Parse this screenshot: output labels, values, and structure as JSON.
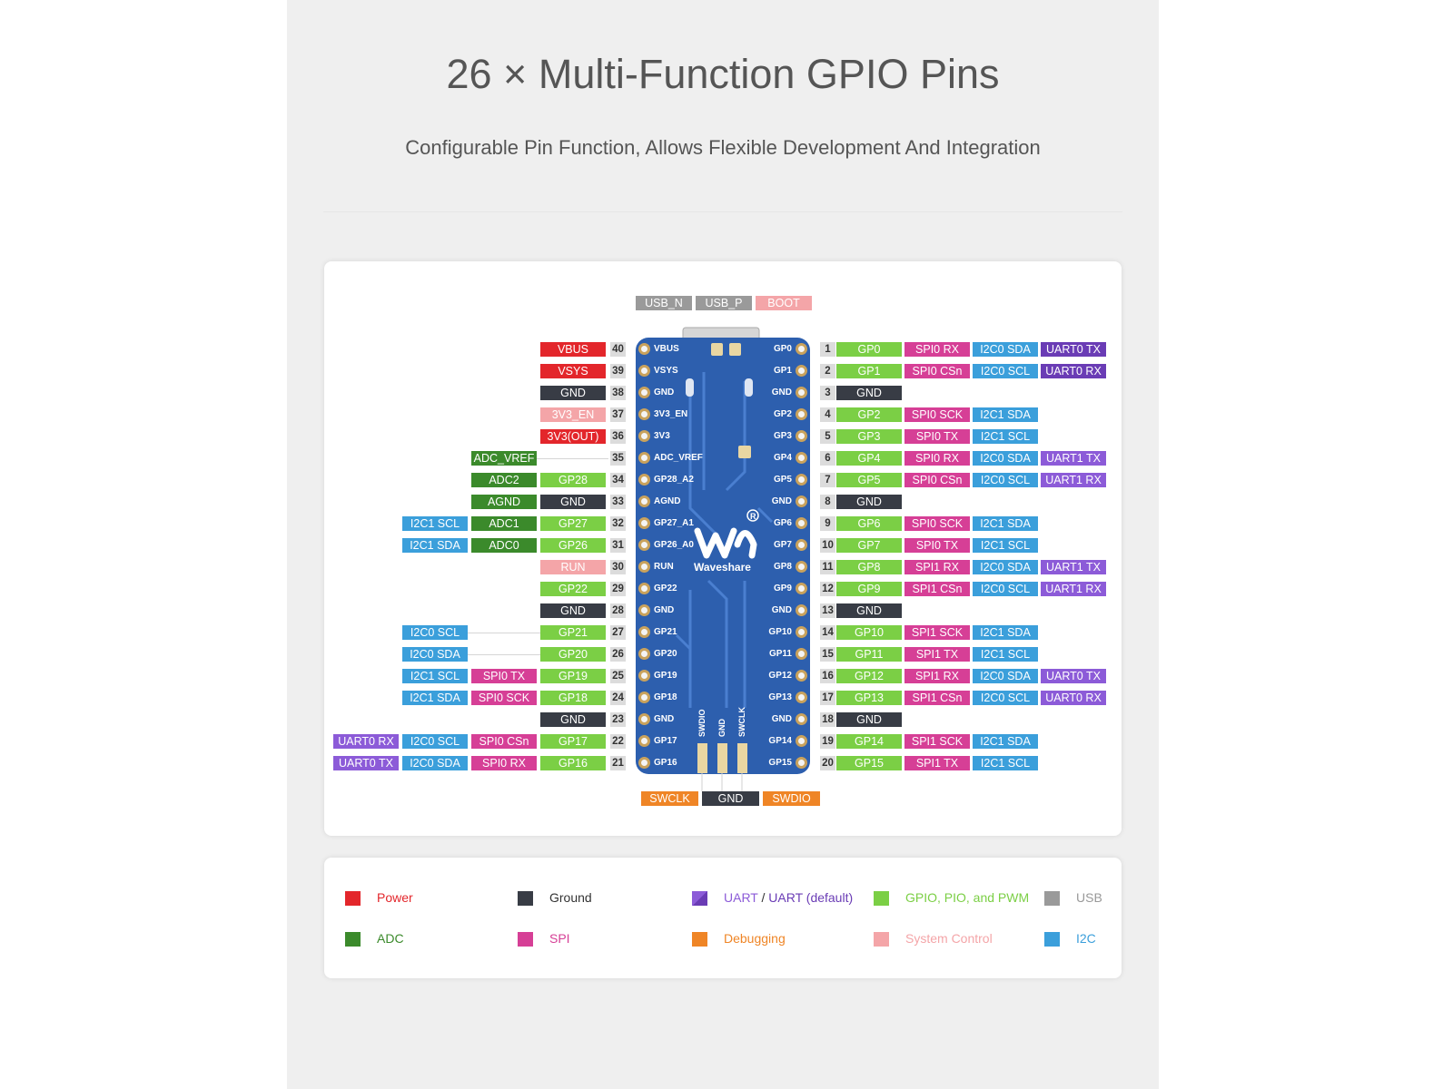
{
  "page": {
    "title": "26 × Multi-Function GPIO Pins",
    "subtitle": "Configurable Pin Function, Allows Flexible Development And Integration"
  },
  "colors": {
    "power": "#e3262b",
    "ground": "#383c45",
    "uart": "#8c5bd8",
    "uart_default": "#6a3cb5",
    "gpio": "#7bcf45",
    "usb": "#9a9a9a",
    "adc": "#3b8a2b",
    "spi": "#d63f96",
    "debug": "#ef8526",
    "system": "#f4a5a8",
    "i2c": "#3b9fdb",
    "board": "#2d5fae"
  },
  "board": {
    "brand": "Waveshare",
    "top_labels": [
      {
        "text": "USB_N",
        "type": "usb"
      },
      {
        "text": "USB_P",
        "type": "usb"
      },
      {
        "text": "BOOT",
        "type": "system"
      }
    ],
    "bottom_labels": [
      {
        "text": "SWCLK",
        "type": "debug"
      },
      {
        "text": "GND",
        "type": "ground"
      },
      {
        "text": "SWDIO",
        "type": "debug"
      }
    ],
    "bottom_silk": [
      "SWDIO",
      "GND",
      "SWCLK"
    ]
  },
  "pins": {
    "left": [
      {
        "num": "40",
        "silk": "VBUS",
        "labels": [
          {
            "text": "VBUS",
            "type": "power"
          }
        ]
      },
      {
        "num": "39",
        "silk": "VSYS",
        "labels": [
          {
            "text": "VSYS",
            "type": "power"
          }
        ]
      },
      {
        "num": "38",
        "silk": "GND",
        "labels": [
          {
            "text": "GND",
            "type": "ground"
          }
        ]
      },
      {
        "num": "37",
        "silk": "3V3_EN",
        "labels": [
          {
            "text": "3V3_EN",
            "type": "system"
          }
        ]
      },
      {
        "num": "36",
        "silk": "3V3",
        "labels": [
          {
            "text": "3V3(OUT)",
            "type": "power"
          }
        ]
      },
      {
        "num": "35",
        "silk": "ADC_VREF",
        "labels": [
          {
            "text": "ADC_VREF",
            "type": "adc",
            "col": 1
          }
        ]
      },
      {
        "num": "34",
        "silk": "GP28_A2",
        "labels": [
          {
            "text": "GP28",
            "type": "gpio"
          },
          {
            "text": "ADC2",
            "type": "adc"
          }
        ]
      },
      {
        "num": "33",
        "silk": "AGND",
        "labels": [
          {
            "text": "GND",
            "type": "ground"
          },
          {
            "text": "AGND",
            "type": "adc"
          }
        ]
      },
      {
        "num": "32",
        "silk": "GP27_A1",
        "labels": [
          {
            "text": "GP27",
            "type": "gpio"
          },
          {
            "text": "ADC1",
            "type": "adc"
          },
          {
            "text": "I2C1 SCL",
            "type": "i2c"
          }
        ]
      },
      {
        "num": "31",
        "silk": "GP26_A0",
        "labels": [
          {
            "text": "GP26",
            "type": "gpio"
          },
          {
            "text": "ADC0",
            "type": "adc"
          },
          {
            "text": "I2C1 SDA",
            "type": "i2c"
          }
        ]
      },
      {
        "num": "30",
        "silk": "RUN",
        "labels": [
          {
            "text": "RUN",
            "type": "system"
          }
        ]
      },
      {
        "num": "29",
        "silk": "GP22",
        "labels": [
          {
            "text": "GP22",
            "type": "gpio"
          }
        ]
      },
      {
        "num": "28",
        "silk": "GND",
        "labels": [
          {
            "text": "GND",
            "type": "ground"
          }
        ]
      },
      {
        "num": "27",
        "silk": "GP21",
        "labels": [
          {
            "text": "GP21",
            "type": "gpio"
          },
          {
            "text": "I2C0 SCL",
            "type": "i2c",
            "col": 2
          }
        ]
      },
      {
        "num": "26",
        "silk": "GP20",
        "labels": [
          {
            "text": "GP20",
            "type": "gpio"
          },
          {
            "text": "I2C0 SDA",
            "type": "i2c",
            "col": 2
          }
        ]
      },
      {
        "num": "25",
        "silk": "GP19",
        "labels": [
          {
            "text": "GP19",
            "type": "gpio"
          },
          {
            "text": "SPI0 TX",
            "type": "spi"
          },
          {
            "text": "I2C1 SCL",
            "type": "i2c"
          }
        ]
      },
      {
        "num": "24",
        "silk": "GP18",
        "labels": [
          {
            "text": "GP18",
            "type": "gpio"
          },
          {
            "text": "SPI0 SCK",
            "type": "spi"
          },
          {
            "text": "I2C1 SDA",
            "type": "i2c"
          }
        ]
      },
      {
        "num": "23",
        "silk": "GND",
        "labels": [
          {
            "text": "GND",
            "type": "ground"
          }
        ]
      },
      {
        "num": "22",
        "silk": "GP17",
        "labels": [
          {
            "text": "GP17",
            "type": "gpio"
          },
          {
            "text": "SPI0 CSn",
            "type": "spi"
          },
          {
            "text": "I2C0 SCL",
            "type": "i2c"
          },
          {
            "text": "UART0 RX",
            "type": "uart"
          }
        ]
      },
      {
        "num": "21",
        "silk": "GP16",
        "labels": [
          {
            "text": "GP16",
            "type": "gpio"
          },
          {
            "text": "SPI0 RX",
            "type": "spi"
          },
          {
            "text": "I2C0 SDA",
            "type": "i2c"
          },
          {
            "text": "UART0 TX",
            "type": "uart"
          }
        ]
      }
    ],
    "right": [
      {
        "num": "1",
        "silk": "GP0",
        "labels": [
          {
            "text": "GP0",
            "type": "gpio"
          },
          {
            "text": "SPI0 RX",
            "type": "spi"
          },
          {
            "text": "I2C0 SDA",
            "type": "i2c"
          },
          {
            "text": "UART0 TX",
            "type": "uart_default"
          }
        ]
      },
      {
        "num": "2",
        "silk": "GP1",
        "labels": [
          {
            "text": "GP1",
            "type": "gpio"
          },
          {
            "text": "SPI0 CSn",
            "type": "spi"
          },
          {
            "text": "I2C0 SCL",
            "type": "i2c"
          },
          {
            "text": "UART0 RX",
            "type": "uart_default"
          }
        ]
      },
      {
        "num": "3",
        "silk": "GND",
        "labels": [
          {
            "text": "GND",
            "type": "ground"
          }
        ]
      },
      {
        "num": "4",
        "silk": "GP2",
        "labels": [
          {
            "text": "GP2",
            "type": "gpio"
          },
          {
            "text": "SPI0 SCK",
            "type": "spi"
          },
          {
            "text": "I2C1 SDA",
            "type": "i2c"
          }
        ]
      },
      {
        "num": "5",
        "silk": "GP3",
        "labels": [
          {
            "text": "GP3",
            "type": "gpio"
          },
          {
            "text": "SPI0 TX",
            "type": "spi"
          },
          {
            "text": "I2C1 SCL",
            "type": "i2c"
          }
        ]
      },
      {
        "num": "6",
        "silk": "GP4",
        "labels": [
          {
            "text": "GP4",
            "type": "gpio"
          },
          {
            "text": "SPI0 RX",
            "type": "spi"
          },
          {
            "text": "I2C0 SDA",
            "type": "i2c"
          },
          {
            "text": "UART1 TX",
            "type": "uart"
          }
        ]
      },
      {
        "num": "7",
        "silk": "GP5",
        "labels": [
          {
            "text": "GP5",
            "type": "gpio"
          },
          {
            "text": "SPI0 CSn",
            "type": "spi"
          },
          {
            "text": "I2C0 SCL",
            "type": "i2c"
          },
          {
            "text": "UART1 RX",
            "type": "uart"
          }
        ]
      },
      {
        "num": "8",
        "silk": "GND",
        "labels": [
          {
            "text": "GND",
            "type": "ground"
          }
        ]
      },
      {
        "num": "9",
        "silk": "GP6",
        "labels": [
          {
            "text": "GP6",
            "type": "gpio"
          },
          {
            "text": "SPI0 SCK",
            "type": "spi"
          },
          {
            "text": "I2C1 SDA",
            "type": "i2c"
          }
        ]
      },
      {
        "num": "10",
        "silk": "GP7",
        "labels": [
          {
            "text": "GP7",
            "type": "gpio"
          },
          {
            "text": "SPI0 TX",
            "type": "spi"
          },
          {
            "text": "I2C1 SCL",
            "type": "i2c"
          }
        ]
      },
      {
        "num": "11",
        "silk": "GP8",
        "labels": [
          {
            "text": "GP8",
            "type": "gpio"
          },
          {
            "text": "SPI1 RX",
            "type": "spi"
          },
          {
            "text": "I2C0 SDA",
            "type": "i2c"
          },
          {
            "text": "UART1 TX",
            "type": "uart"
          }
        ]
      },
      {
        "num": "12",
        "silk": "GP9",
        "labels": [
          {
            "text": "GP9",
            "type": "gpio"
          },
          {
            "text": "SPI1 CSn",
            "type": "spi"
          },
          {
            "text": "I2C0 SCL",
            "type": "i2c"
          },
          {
            "text": "UART1 RX",
            "type": "uart"
          }
        ]
      },
      {
        "num": "13",
        "silk": "GND",
        "labels": [
          {
            "text": "GND",
            "type": "ground"
          }
        ]
      },
      {
        "num": "14",
        "silk": "GP10",
        "labels": [
          {
            "text": "GP10",
            "type": "gpio"
          },
          {
            "text": "SPI1 SCK",
            "type": "spi"
          },
          {
            "text": "I2C1 SDA",
            "type": "i2c"
          }
        ]
      },
      {
        "num": "15",
        "silk": "GP11",
        "labels": [
          {
            "text": "GP11",
            "type": "gpio"
          },
          {
            "text": "SPI1 TX",
            "type": "spi"
          },
          {
            "text": "I2C1 SCL",
            "type": "i2c"
          }
        ]
      },
      {
        "num": "16",
        "silk": "GP12",
        "labels": [
          {
            "text": "GP12",
            "type": "gpio"
          },
          {
            "text": "SPI1 RX",
            "type": "spi"
          },
          {
            "text": "I2C0 SDA",
            "type": "i2c"
          },
          {
            "text": "UART0 TX",
            "type": "uart"
          }
        ]
      },
      {
        "num": "17",
        "silk": "GP13",
        "labels": [
          {
            "text": "GP13",
            "type": "gpio"
          },
          {
            "text": "SPI1 CSn",
            "type": "spi"
          },
          {
            "text": "I2C0 SCL",
            "type": "i2c"
          },
          {
            "text": "UART0 RX",
            "type": "uart"
          }
        ]
      },
      {
        "num": "18",
        "silk": "GND",
        "labels": [
          {
            "text": "GND",
            "type": "ground"
          }
        ]
      },
      {
        "num": "19",
        "silk": "GP14",
        "labels": [
          {
            "text": "GP14",
            "type": "gpio"
          },
          {
            "text": "SPI1 SCK",
            "type": "spi"
          },
          {
            "text": "I2C1 SDA",
            "type": "i2c"
          }
        ]
      },
      {
        "num": "20",
        "silk": "GP15",
        "labels": [
          {
            "text": "GP15",
            "type": "gpio"
          },
          {
            "text": "SPI1 TX",
            "type": "spi"
          },
          {
            "text": "I2C1 SCL",
            "type": "i2c"
          }
        ]
      }
    ]
  },
  "legend": [
    {
      "label": "Power",
      "type": "power"
    },
    {
      "label": "Ground",
      "type": "ground"
    },
    {
      "label": "UART",
      "label2": "UART (default)",
      "type": "uart"
    },
    {
      "label": "GPIO, PIO, and PWM",
      "type": "gpio"
    },
    {
      "label": "USB",
      "type": "usb"
    },
    {
      "label": "ADC",
      "type": "adc"
    },
    {
      "label": "SPI",
      "type": "spi"
    },
    {
      "label": "Debugging",
      "type": "debug"
    },
    {
      "label": "System Control",
      "type": "system"
    },
    {
      "label": "I2C",
      "type": "i2c"
    }
  ]
}
